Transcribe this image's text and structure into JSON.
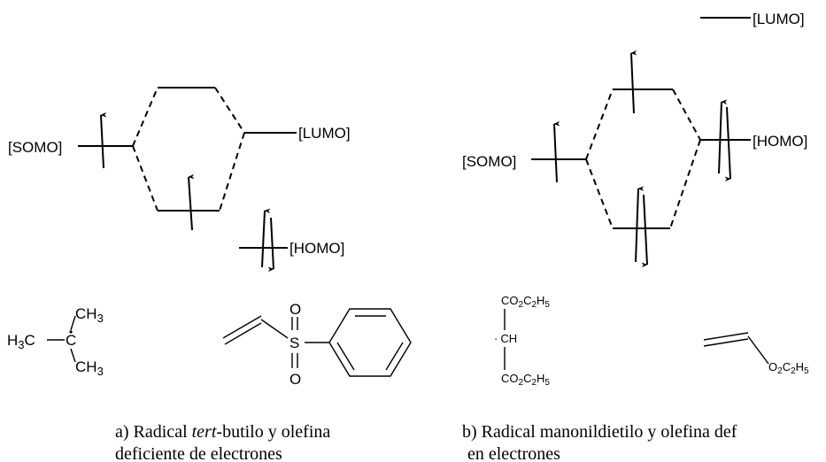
{
  "diagram_a": {
    "somo_label": "[SOMO]",
    "lumo_label": "[LUMO]",
    "homo_label": "[HOMO]",
    "radical": {
      "ch3_top": "CH",
      "ch3_top_sub": "3",
      "h3c": "H",
      "h3c_sub": "3",
      "h3c_c": "C",
      "center_c": "C",
      "ch3_bottom": "CH",
      "ch3_bottom_sub": "3"
    },
    "olefin": {
      "o_top": "O",
      "s": "S",
      "o_bottom": "O"
    },
    "caption": {
      "line1_prefix": "a) Radical ",
      "line1_italic": "tert",
      "line1_suffix": "-butilo y olefina",
      "line2": "deficiente de electrones"
    }
  },
  "diagram_b": {
    "somo_label": "[SOMO]",
    "lumo_label": "[LUMO]",
    "homo_label": "[HOMO]",
    "radical": {
      "ester_top": "CO",
      "ester_top_sub1": "2",
      "ester_top_c": "C",
      "ester_top_sub2": "2",
      "ester_top_h": "H",
      "ester_top_sub3": "5",
      "ch": "CH",
      "radical_dot": "·",
      "ester_bottom": "CO",
      "ester_bottom_sub1": "2",
      "ester_bottom_c": "C",
      "ester_bottom_sub2": "2",
      "ester_bottom_h": "H",
      "ester_bottom_sub3": "5"
    },
    "olefin": {
      "group": "O",
      "group_sub1": "2",
      "group_c": "C",
      "group_sub2": "2",
      "group_h": "H",
      "group_sub3": "5"
    },
    "caption": {
      "line1": "b) Radical manonildietilo y olefina def",
      "line2": "en electrones"
    }
  }
}
